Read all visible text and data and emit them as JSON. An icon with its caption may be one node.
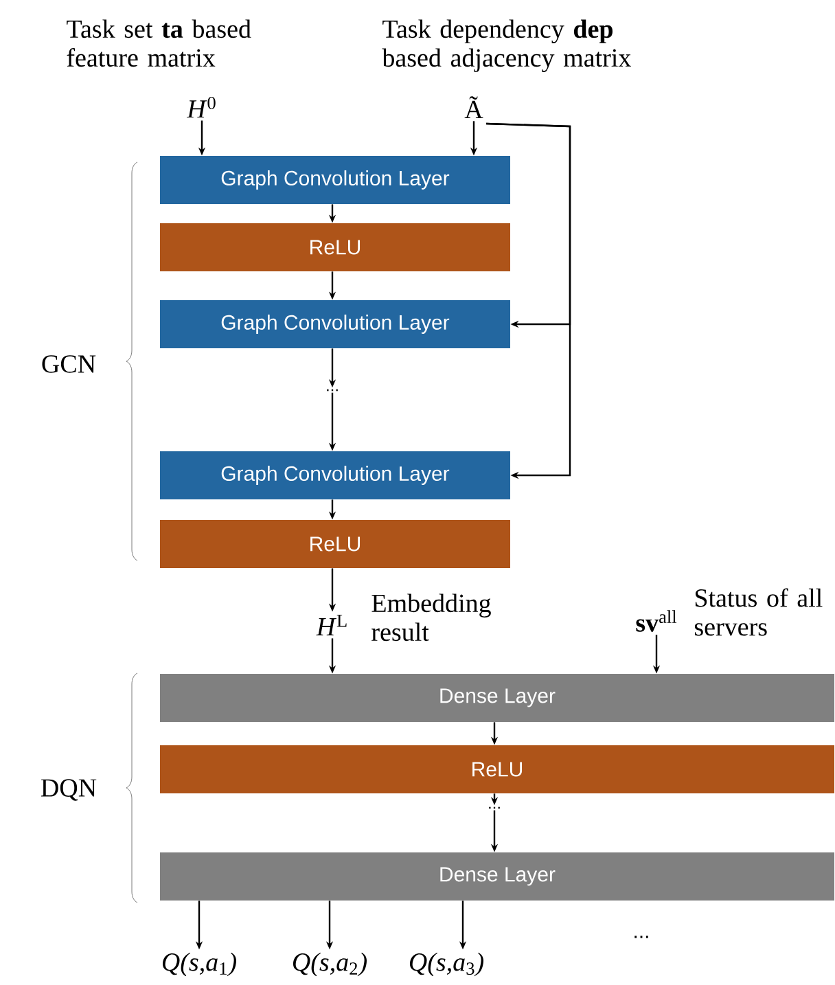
{
  "diagram": {
    "nodes": [
      {
        "text": [
          "*H*$^{0}$"
        ],
        "beside": [
          "Task set **ta** based feature matrix"
        ]
      },
      {
        "text": [
          "Ã"
        ],
        "beside": [
          "Task dependency **dep** based adjacency matrix"
        ]
      },
      {
        "text": [
          "Graph Convolution Layer"
        ]
      },
      {
        "text": [
          "ReLU"
        ]
      },
      {
        "text": [
          "Graph Convolution Layer"
        ]
      },
      {
        "text": [
          "..."
        ]
      },
      {
        "text": [
          "Graph Convolution Layer"
        ]
      },
      {
        "text": [
          "ReLU"
        ]
      },
      {
        "text": [
          "*H*$^{L}$"
        ],
        "beside": [
          "Embedding result"
        ]
      },
      {
        "text": [
          "Dense Layer"
        ]
      },
      {
        "text": [
          "**sv**$^{all}$"
        ],
        "beside": [
          "Status of all servers"
        ]
      },
      {
        "text": [
          "ReLU"
        ]
      },
      {
        "text": [
          "..."
        ]
      },
      {
        "text": [
          "Dense Layer"
        ]
      },
      {
        "text": [
          "*Q(s,a*$_{1}$*)*"
        ]
      },
      {
        "text": [
          "*Q(s,a*$_{2}$*)*"
        ]
      },
      {
        "text": [
          "*Q(s,a*$_{3}$*)*"
        ]
      }
    ],
    "edges": [
      {
        "from": 0,
        "to": 2,
        "arrow": "to"
      },
      {
        "from": 1,
        "to": 2,
        "arrow": "to"
      },
      {
        "from": 1,
        "to": 4,
        "arrow": "to"
      },
      {
        "from": 1,
        "to": 6,
        "arrow": "to"
      },
      {
        "from": 2,
        "to": 3,
        "arrow": "to"
      },
      {
        "from": 3,
        "to": 4,
        "arrow": "to"
      },
      {
        "from": 4,
        "to": 5,
        "arrow": "to"
      },
      {
        "from": 5,
        "to": 6,
        "arrow": "to"
      },
      {
        "from": 6,
        "to": 7,
        "arrow": "to"
      },
      {
        "from": 7,
        "to": 8,
        "arrow": "to"
      },
      {
        "from": 8,
        "to": 9,
        "arrow": "to"
      },
      {
        "from": 10,
        "to": 9,
        "arrow": "to"
      },
      {
        "from": 9,
        "to": 11,
        "arrow": "to"
      },
      {
        "from": 11,
        "to": 12,
        "arrow": "to"
      },
      {
        "from": 12,
        "to": 13,
        "arrow": "to"
      },
      {
        "from": 13,
        "to": 14,
        "arrow": "to"
      },
      {
        "from": 13,
        "to": 15,
        "arrow": "to"
      },
      {
        "from": 13,
        "to": 16,
        "arrow": "to"
      }
    ],
    "labels": [
      "GCN",
      "DQN",
      "..."
    ]
  }
}
